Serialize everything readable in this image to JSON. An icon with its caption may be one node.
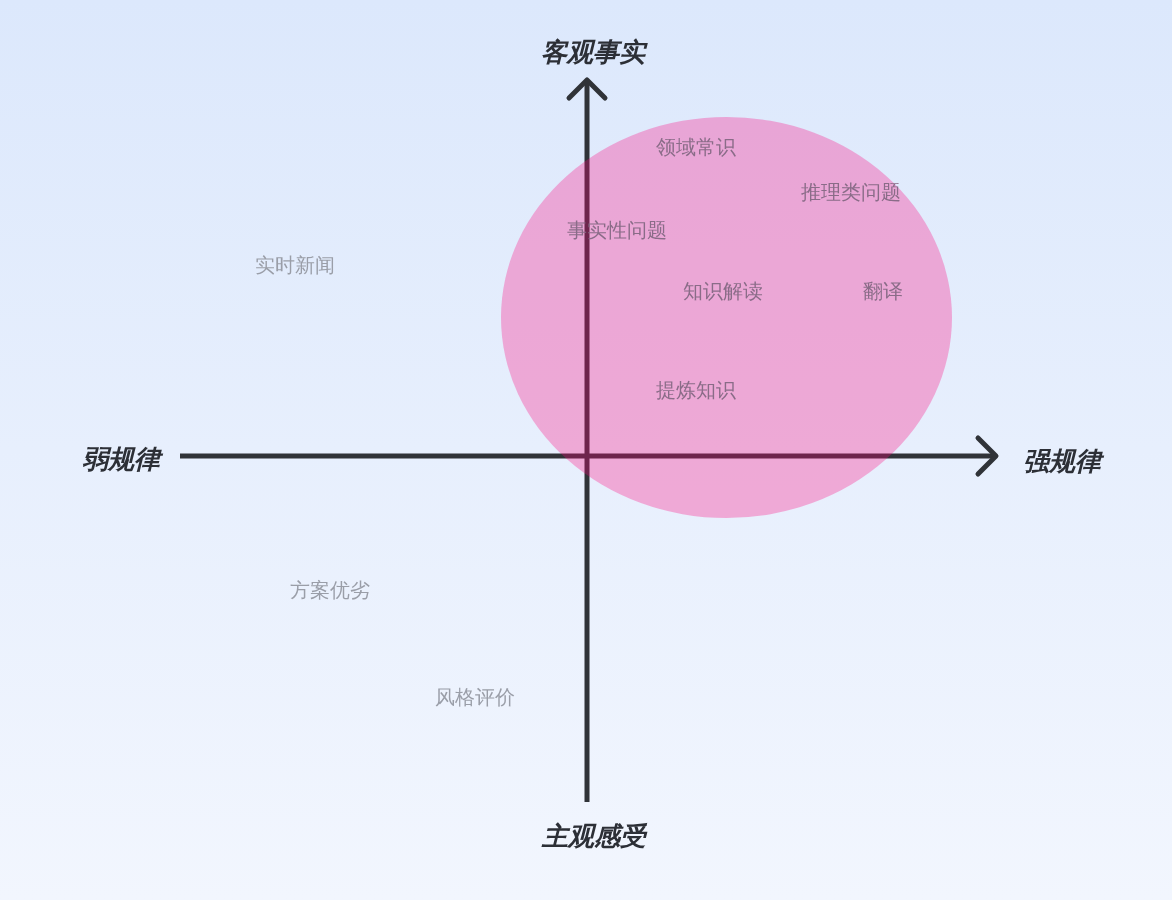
{
  "diagram": {
    "nodes": [
      {
        "text": [
          "领域常识",
          "推理类问题",
          "事实性问题",
          "知识解读",
          "翻译",
          "提炼知识"
        ]
      }
    ],
    "labels": [
      "客观事实",
      "实时新闻",
      "弱规律",
      "强规律",
      "方案优劣",
      "风格评价",
      "主观感受"
    ]
  }
}
